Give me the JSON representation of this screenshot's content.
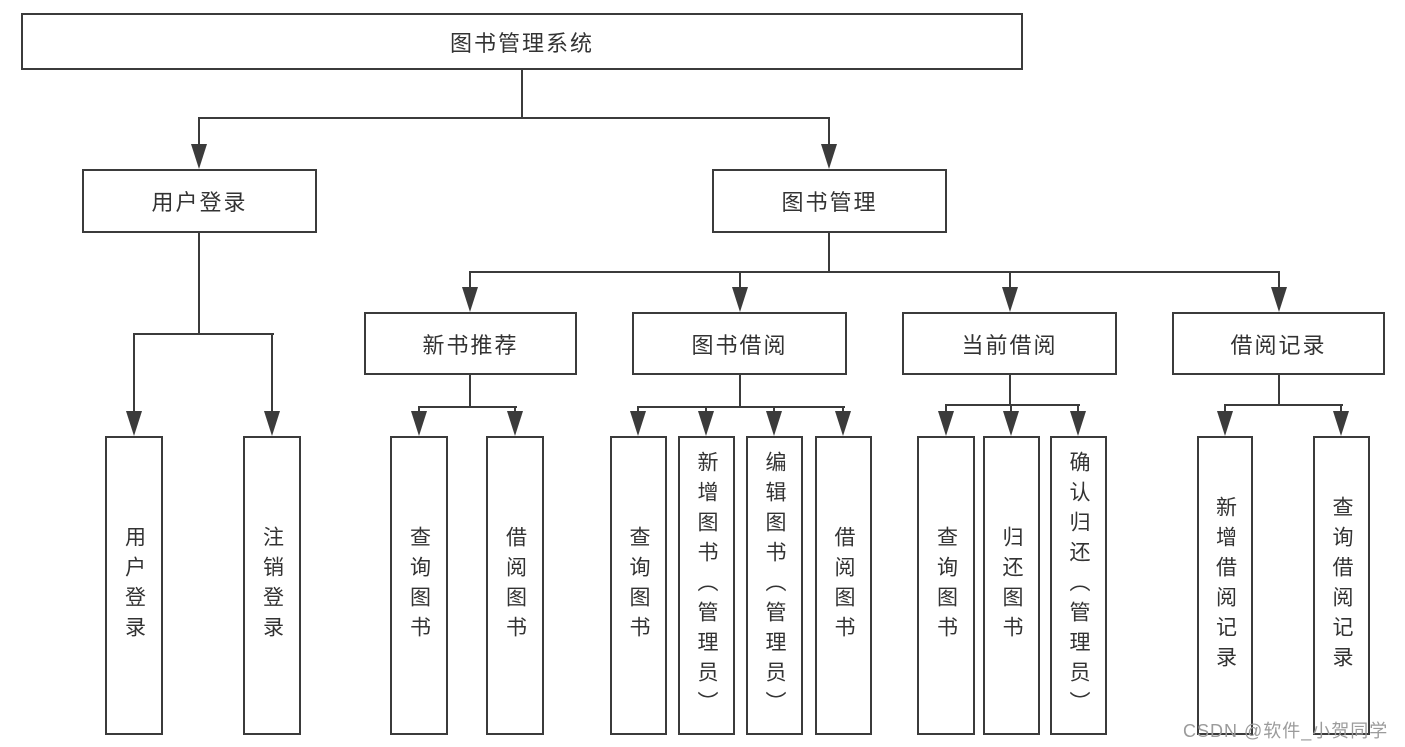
{
  "diagram": {
    "root": "图书管理系统",
    "level2": [
      {
        "label": "用户登录",
        "children": [
          "用户登录",
          "注销登录"
        ]
      },
      {
        "label": "图书管理",
        "sections": [
          {
            "label": "新书推荐",
            "children": [
              "查询图书",
              "借阅图书"
            ]
          },
          {
            "label": "图书借阅",
            "children": [
              "查询图书",
              "新增图书（管理员）",
              "编辑图书（管理员）",
              "借阅图书"
            ]
          },
          {
            "label": "当前借阅",
            "children": [
              "查询图书",
              "归还图书",
              "确认归还（管理员）"
            ]
          },
          {
            "label": "借阅记录",
            "children": [
              "新增借阅记录",
              "查询借阅记录"
            ]
          }
        ]
      }
    ]
  },
  "watermark": "CSDN @软件_小贺同学",
  "colors": {
    "line": "#3b3b3b",
    "text": "#333333",
    "background": "#ffffff",
    "watermark": "#9b9b9b"
  }
}
